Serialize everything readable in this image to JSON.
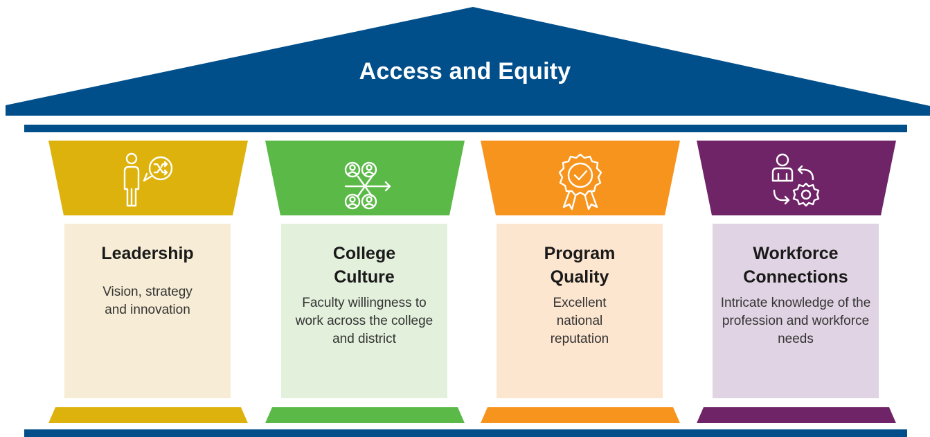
{
  "roof": {
    "title": "Access and Equity",
    "color": "#004f8b"
  },
  "pillars": [
    {
      "title": "Leadership",
      "description": "Vision, strategy and innovation",
      "icon": "person-shuffle-speech-icon",
      "color": "#ddb20c",
      "shaft_color": "#f7ecd5"
    },
    {
      "title": "College Culture",
      "description": "Faculty willingness to work across the college and district",
      "icon": "people-network-arrow-icon",
      "color": "#5ab947",
      "shaft_color": "#e3f0dc"
    },
    {
      "title": "Program Quality",
      "description": "Excellent national reputation",
      "icon": "quality-award-badge-icon",
      "color": "#f7941d",
      "shaft_color": "#fde6cf"
    },
    {
      "title": "Workforce Connections",
      "description": "Intricate knowledge of the profession and workforce needs",
      "icon": "person-gear-cycle-icon",
      "color": "#6e2466",
      "shaft_color": "#e0d3e3"
    }
  ]
}
